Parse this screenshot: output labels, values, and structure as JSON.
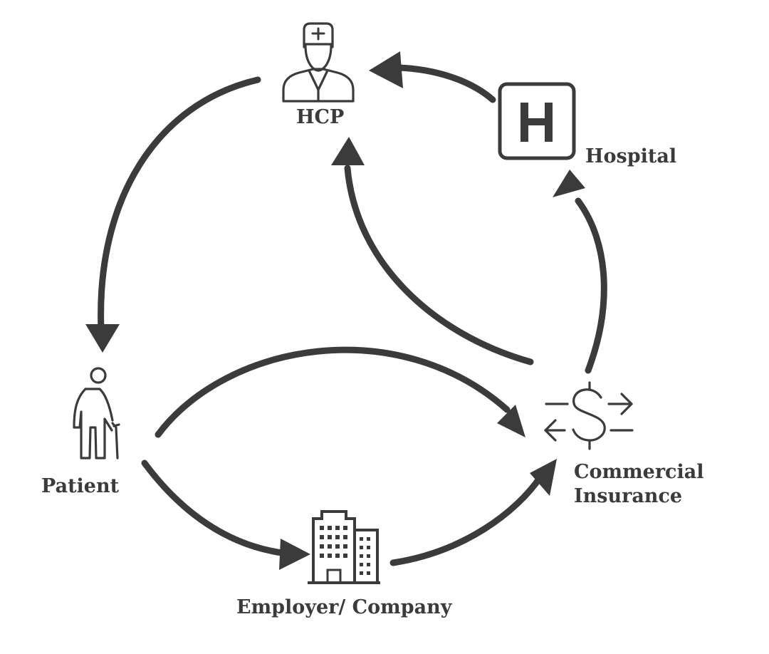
{
  "nodes": {
    "hcp": {
      "label": "HCP",
      "icon": "doctor-icon"
    },
    "hospital": {
      "label": "Hospital",
      "icon": "hospital-icon",
      "icon_letter": "H"
    },
    "patient": {
      "label": "Patient",
      "icon": "elderly-person-icon"
    },
    "insurance": {
      "label_line1": "Commercial",
      "label_line2": "Insurance",
      "icon": "money-exchange-icon",
      "icon_symbol": "$"
    },
    "employer": {
      "label": "Employer/ Company",
      "icon": "office-building-icon"
    }
  },
  "edges": [
    {
      "from": "HCP",
      "to": "Patient"
    },
    {
      "from": "Hospital",
      "to": "HCP"
    },
    {
      "from": "Commercial Insurance",
      "to": "HCP"
    },
    {
      "from": "Commercial Insurance",
      "to": "Hospital"
    },
    {
      "from": "Patient",
      "to": "Commercial Insurance"
    },
    {
      "from": "Patient",
      "to": "Employer/ Company"
    },
    {
      "from": "Employer/ Company",
      "to": "Commercial Insurance"
    }
  ],
  "colors": {
    "ink": "#3b3b3b",
    "background": "#ffffff"
  }
}
